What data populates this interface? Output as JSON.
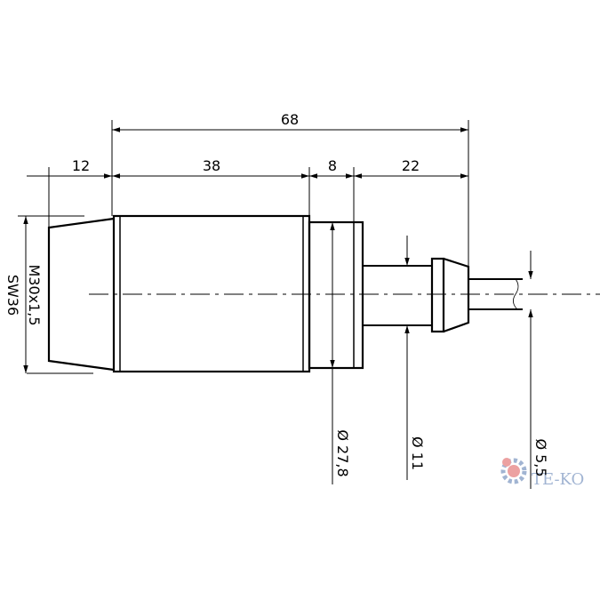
{
  "dimensions": {
    "overall_length": "68",
    "nut_length": "12",
    "body_length": "38",
    "collar_length": "8",
    "gland_length": "22",
    "thread": "M30x1,5",
    "wrench_size": "SW36",
    "collar_diameter": "Ø 27,8",
    "gland_diameter": "Ø 11",
    "cable_diameter": "Ø 5,5"
  },
  "watermark": "TE-KO",
  "colors": {
    "line": "#000000",
    "watermark": "#8aa2c8",
    "watermark_gear": "#e88a8a"
  }
}
